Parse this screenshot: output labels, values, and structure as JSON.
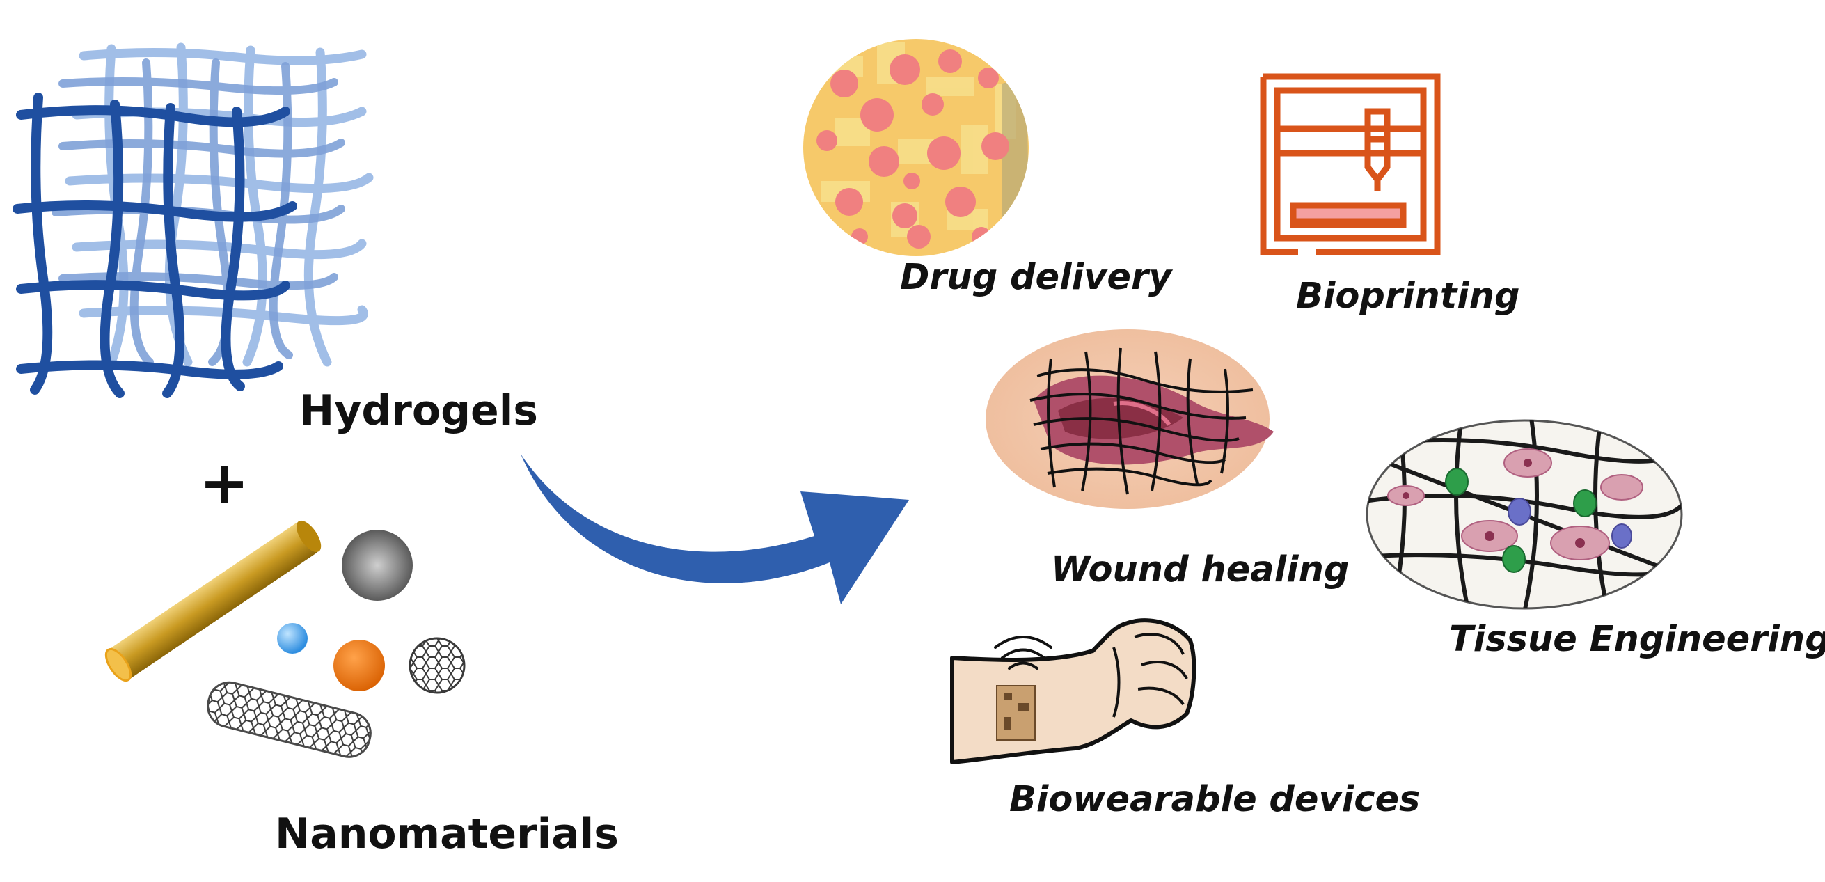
{
  "inputs": {
    "hydrogels_label": "Hydrogels",
    "plus_sign": "+",
    "nanomaterials_label": "Nanomaterials"
  },
  "applications": {
    "drug_delivery": "Drug delivery",
    "bioprinting": "Bioprinting",
    "wound_healing": "Wound healing",
    "tissue_engineering": "Tissue Engineering",
    "biowearable_devices": "Biowearable devices"
  },
  "colors": {
    "hydrogel_dark": "#1f4fa0",
    "hydrogel_light": "#8fb0e0",
    "arrow": "#2f5fae",
    "drug_delivery_bg": "#f6c96a",
    "drug_delivery_particle": "#f08080",
    "bioprinting": "#d9541a",
    "bioprinting_bed": "#f4a0a0",
    "wound_skin": "#f2c3a8",
    "wound_tissue": "#b0506a",
    "cell_green": "#2e9e4a",
    "cell_blue": "#6a70c8",
    "cell_pink": "#d9a0b0",
    "nanorod": "#d4a531",
    "nano_orange": "#e8720c",
    "nano_blue": "#4aa7e8",
    "nano_gray": "#6a6a6a"
  }
}
